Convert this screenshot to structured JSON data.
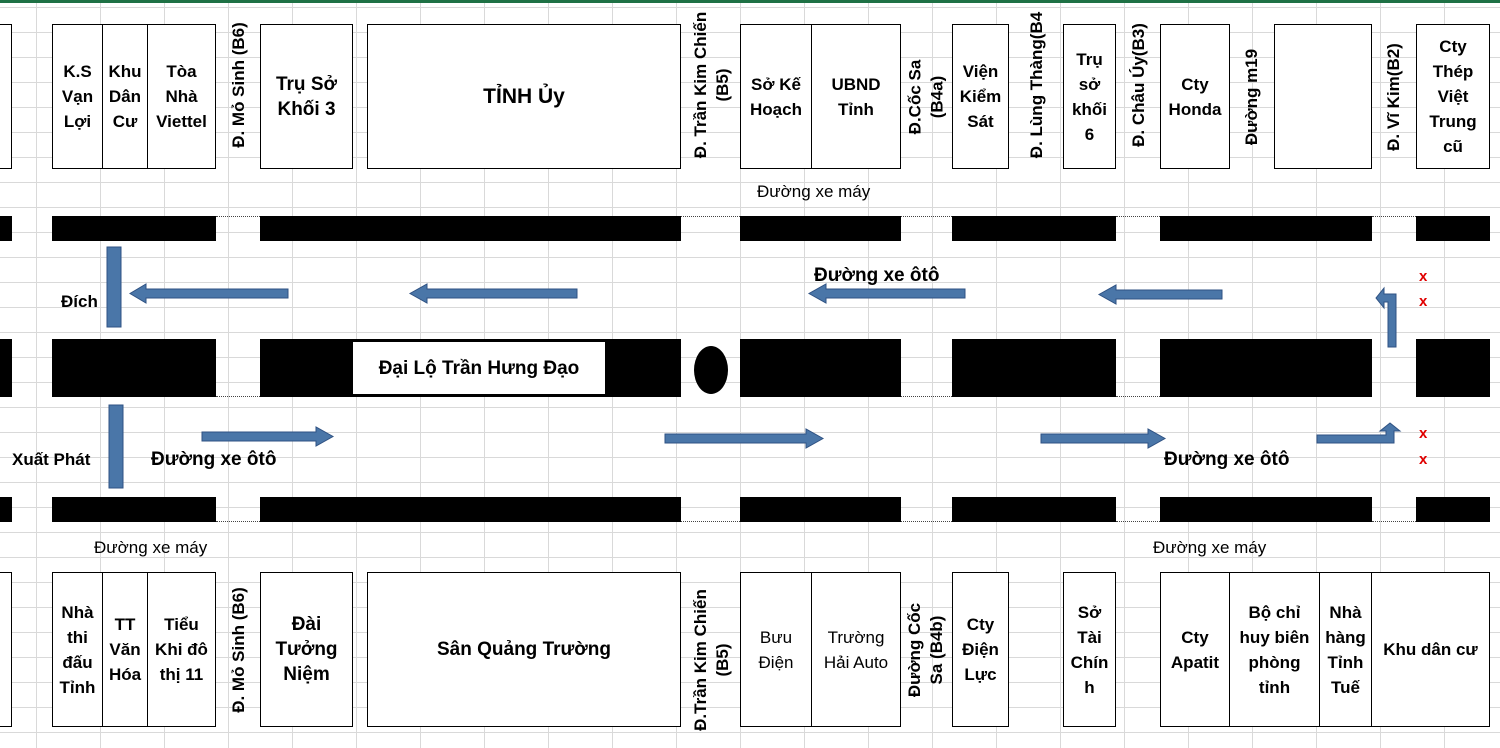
{
  "top_buildings": {
    "ks_van_loi": "K.S\nVạn\nLợi",
    "khu_dan_cu": "Khu\nDân\nCư",
    "toa_nha_viettel": "Tòa\nNhà\nViettel",
    "tru_so_khoi_3": "Trụ Sở\nKhối 3",
    "tinh_uy": "TỈNH Ủy",
    "so_ke_hoach": "Sở Kế\nHoạch",
    "ubnd_tinh": "UBND\nTỉnh",
    "vien_kiem_sat": "Viện\nKiểm\nSát",
    "tru_so_khoi_6": "Trụ\nsở\nkhối\n6",
    "cty_honda": "Cty\nHonda",
    "cty_thep": "Cty\nThép\nViệt\nTrung\ncũ"
  },
  "top_streets": {
    "mo_sinh": "Đ. Mỏ Sinh (B6)",
    "tran_kim_chien": "Đ. Trần Kim Chiến\n(B5)",
    "coc_sa": "Đ.Cốc Sa\n(B4a)",
    "lung_thang": "Đ. Lùng Thàng(B4",
    "chau_uy": "Đ. Châu Úy(B3)",
    "duong_m19": "Đường m19",
    "vi_kim": "Đ. Vĩ Kim(B2)"
  },
  "bottom_buildings": {
    "nha_thi_dau": "Nhà\nthi\nđấu\nTỉnh",
    "tt_van_hoa": "TT\nVăn\nHóa",
    "tieu_khi": "Tiểu\nKhi đô\nthị 11",
    "dai_tuong_niem": "Đài\nTưởng\nNiệm",
    "san_quang_truong": "Sân Quảng Trường",
    "buu_dien": "Bưu\nĐiện",
    "truong_hai": "Trường\nHải Auto",
    "cty_dien_luc": "Cty\nĐiện\nLực",
    "so_tai_chinh": "Sở\nTài\nChín\nh",
    "cty_apatit": "Cty\nApatit",
    "bo_chi_huy": "Bộ chỉ\nhuy biên\nphòng\ntỉnh",
    "nha_hang": "Nhà\nhàng\nTỉnh\nTuế",
    "khu_dan_cu_2": "Khu dân cư"
  },
  "bottom_streets": {
    "mo_sinh": "Đ. Mỏ Sinh (B6)",
    "tran_kim_chien": "Đ.Trần Kim Chiến\n(B5)",
    "duong_coc_sa": "Đường Cốc\nSa (B4b)"
  },
  "labels": {
    "moto_top": "Đường xe máy",
    "moto_bottom_left": "Đường xe máy",
    "moto_bottom_right": "Đường xe máy",
    "car_top": "Đường xe ôtô",
    "car_bottom_left": "Đường xe ôtô",
    "car_bottom_right": "Đường xe ôtô",
    "dich": "Đích",
    "xuat_phat": "Xuất Phát",
    "dai_lo": "Đại Lộ Trần Hưng Đạo",
    "x1": "x",
    "x2": "x",
    "x3": "x",
    "x4": "x"
  },
  "colors": {
    "arrow_fill": "#4a76a8",
    "arrow_stroke": "#2f5283",
    "road": "#000000",
    "marker": "#e00000"
  }
}
